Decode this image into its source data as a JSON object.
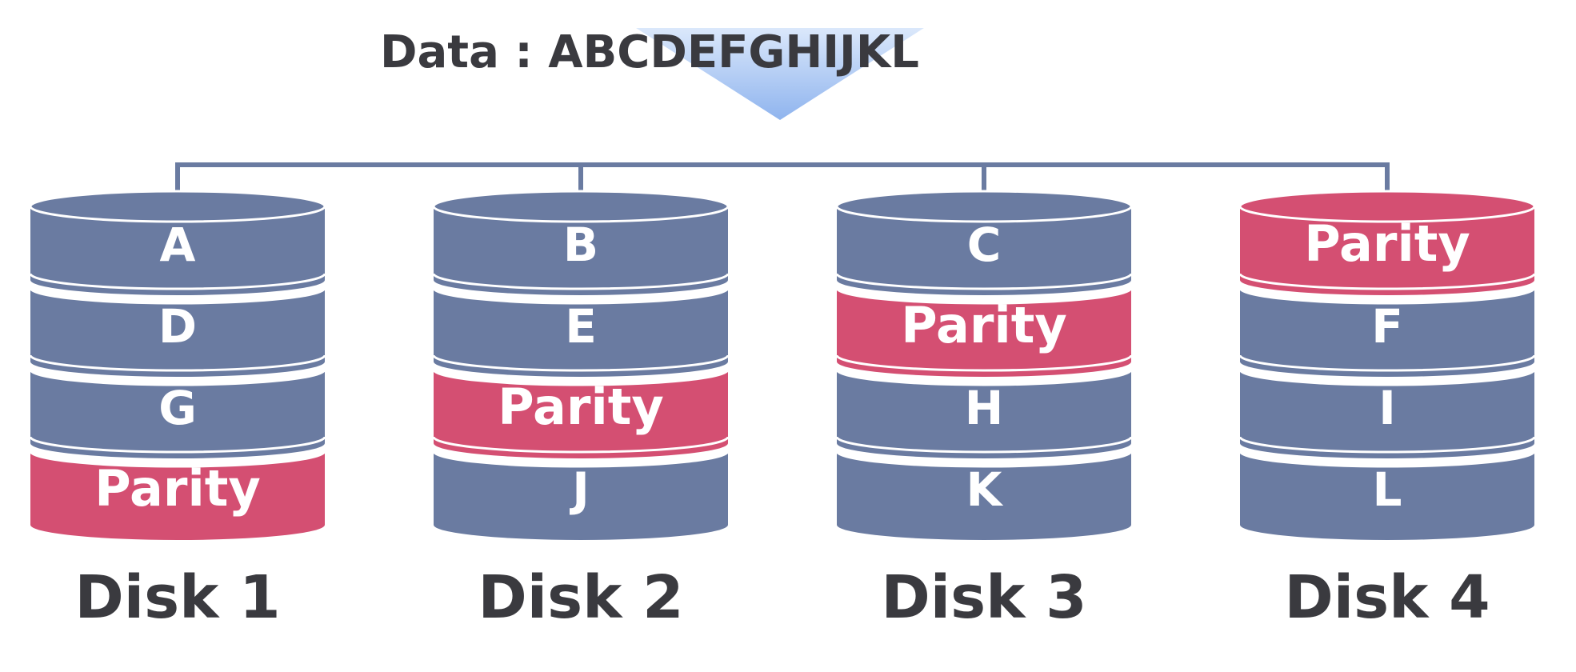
{
  "header": {
    "prefix": "Data : ",
    "data_string": "ABCDEFGHIJKL"
  },
  "colors": {
    "data_segment": "#6a7ba1",
    "parity_segment": "#d44f72",
    "connector": "#6a7ba1",
    "text_dark": "#3a3a3f",
    "text_light": "#ffffff",
    "arrow_top": "#dbe8fb",
    "arrow_bottom": "#8fb4ee"
  },
  "disks": [
    {
      "label": "Disk 1",
      "segments": [
        {
          "text": "A",
          "type": "data"
        },
        {
          "text": "D",
          "type": "data"
        },
        {
          "text": "G",
          "type": "data"
        },
        {
          "text": "Parity",
          "type": "parity"
        }
      ]
    },
    {
      "label": "Disk 2",
      "segments": [
        {
          "text": "B",
          "type": "data"
        },
        {
          "text": "E",
          "type": "data"
        },
        {
          "text": "Parity",
          "type": "parity"
        },
        {
          "text": "J",
          "type": "data"
        }
      ]
    },
    {
      "label": "Disk 3",
      "segments": [
        {
          "text": "C",
          "type": "data"
        },
        {
          "text": "Parity",
          "type": "parity"
        },
        {
          "text": "H",
          "type": "data"
        },
        {
          "text": "K",
          "type": "data"
        }
      ]
    },
    {
      "label": "Disk 4",
      "segments": [
        {
          "text": "Parity",
          "type": "parity"
        },
        {
          "text": "F",
          "type": "data"
        },
        {
          "text": "I",
          "type": "data"
        },
        {
          "text": "L",
          "type": "data"
        }
      ]
    }
  ]
}
